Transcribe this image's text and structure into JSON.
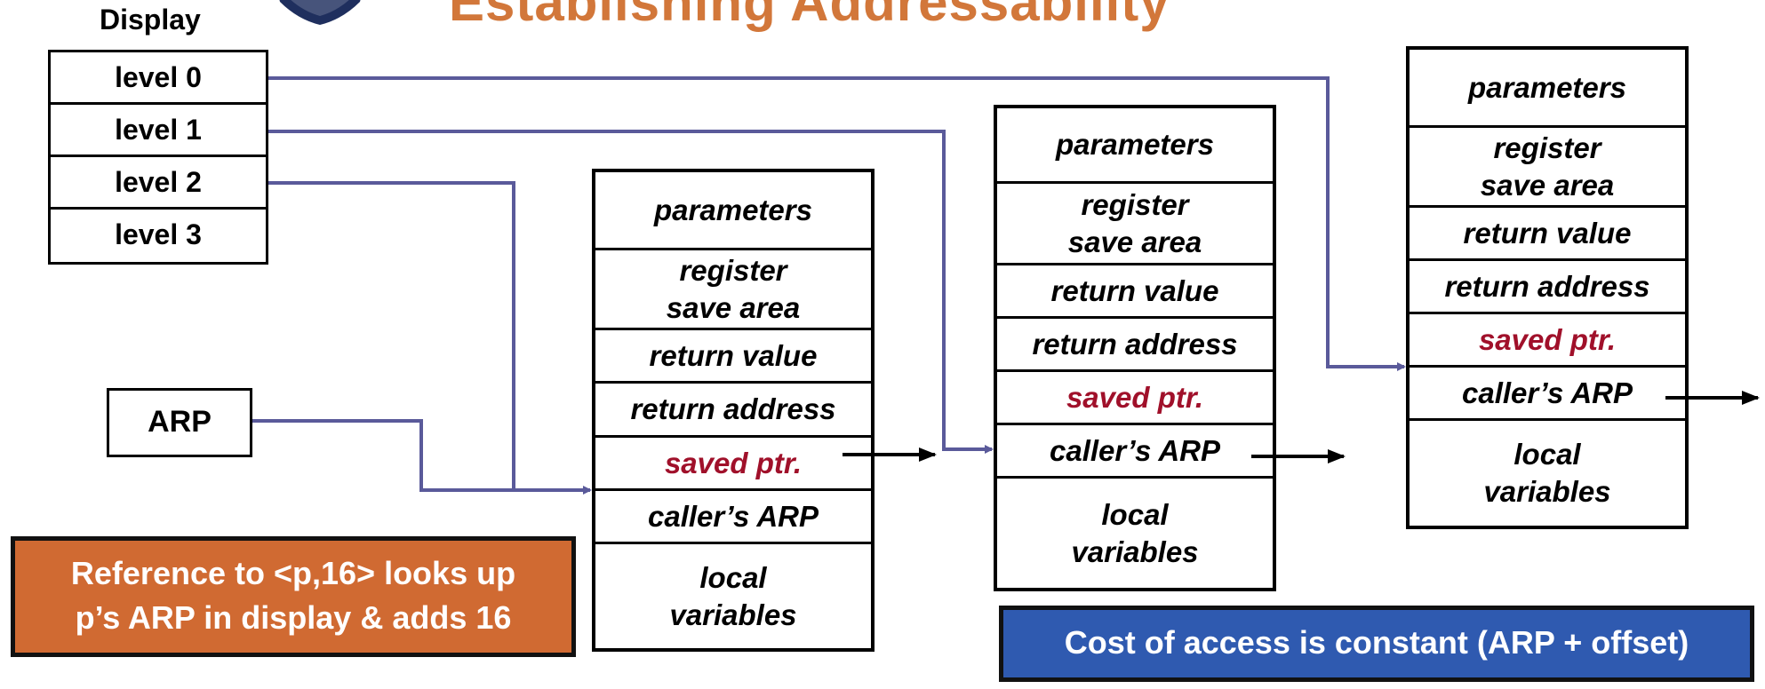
{
  "title": "Establishing Addressability",
  "display": {
    "label": "Display",
    "levels": [
      "level 0",
      "level 1",
      "level 2",
      "level 3"
    ]
  },
  "arp": {
    "label": "ARP"
  },
  "frame_fields": {
    "parameters": "parameters",
    "register_1": "register",
    "register_2": "save area",
    "return_value": "return value",
    "return_address": "return address",
    "saved_ptr": "saved ptr.",
    "callers_arp": "caller’s ARP",
    "local_1": "local",
    "local_2": "variables"
  },
  "callouts": {
    "lookup_line1": "Reference to <p,16> looks up",
    "lookup_line2": "p’s ARP in display & adds 16",
    "cost": "Cost of access is constant (ARP + offset)"
  },
  "colors": {
    "title": "#d2773a",
    "link_line": "#5a5a9a",
    "saved_ptr_text": "#a0102a",
    "callout_orange": "#d06a32",
    "callout_blue": "#2f5ab0"
  }
}
